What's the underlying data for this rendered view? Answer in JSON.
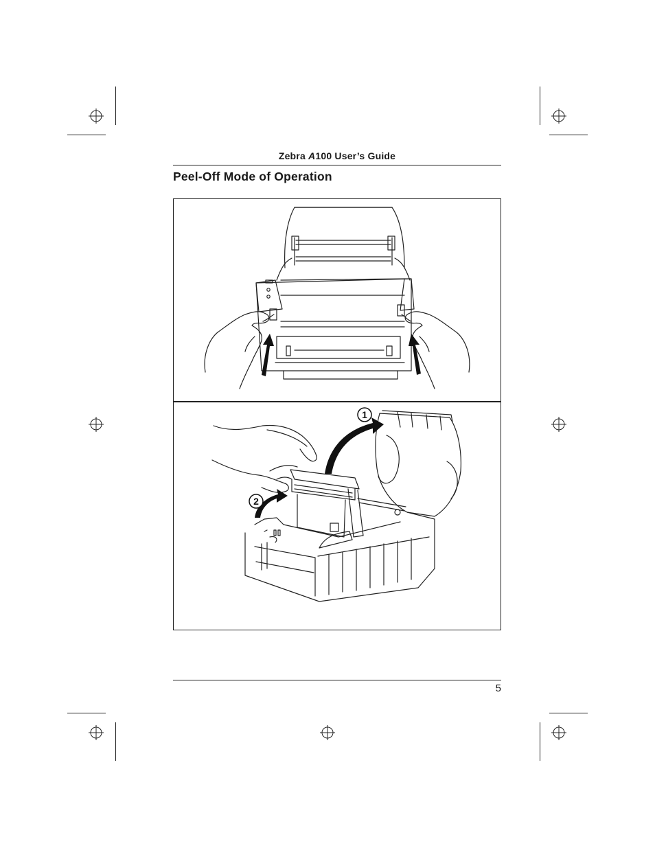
{
  "header": {
    "title_prefix": "Zebra ",
    "title_model": "A",
    "title_suffix": "100 User’s Guide"
  },
  "section": {
    "title": "Peel-Off Mode of Operation"
  },
  "figure": {
    "panel_bottom": {
      "callout_1": "1",
      "callout_2": "2"
    }
  },
  "footer": {
    "page_number": "5"
  },
  "icons": [
    "registration-mark-icon",
    "crop-mark-icon",
    "up-arrow-icon",
    "curved-arrow-icon"
  ]
}
